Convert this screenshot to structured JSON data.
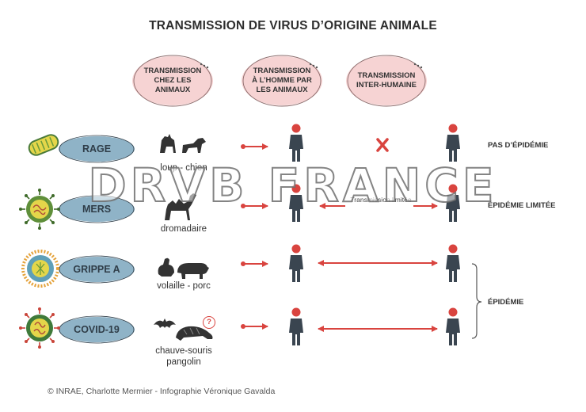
{
  "title": "TRANSMISSION DE VIRUS D’ORIGINE ANIMALE",
  "columns": [
    "Transmission chez les animaux",
    "Transmission à l’homme par les animaux",
    "Transmission inter-humaine"
  ],
  "rows": [
    {
      "virus": "RAGE",
      "animals": "loup - chien",
      "animals_line2": "",
      "outcome": "PAS D’ÉPIDÉMIE"
    },
    {
      "virus": "MERS",
      "animals": "dromadaire",
      "animals_line2": "",
      "outcome": "ÉPIDÉMIE LIMITÉE",
      "human_label": "Transmission limitée"
    },
    {
      "virus": "GRIPPE A",
      "animals": "volaille - porc",
      "animals_line2": ""
    },
    {
      "virus": "COVID-19",
      "animals": "chauve-souris",
      "animals_line2": "pangolin",
      "uncertain_mark": "?"
    }
  ],
  "group_outcome": "ÉPIDÉMIE",
  "credit": "© INRAE, Charlotte Mermier - Infographie Véronique Gavalda",
  "watermark": "DRVB FRANCE",
  "colors": {
    "header_blob": "#f6d3d3",
    "virus_blob": "#8fb3c7",
    "arrow": "#d9443f",
    "person": "#3a4550",
    "person_head": "#d9443f"
  }
}
